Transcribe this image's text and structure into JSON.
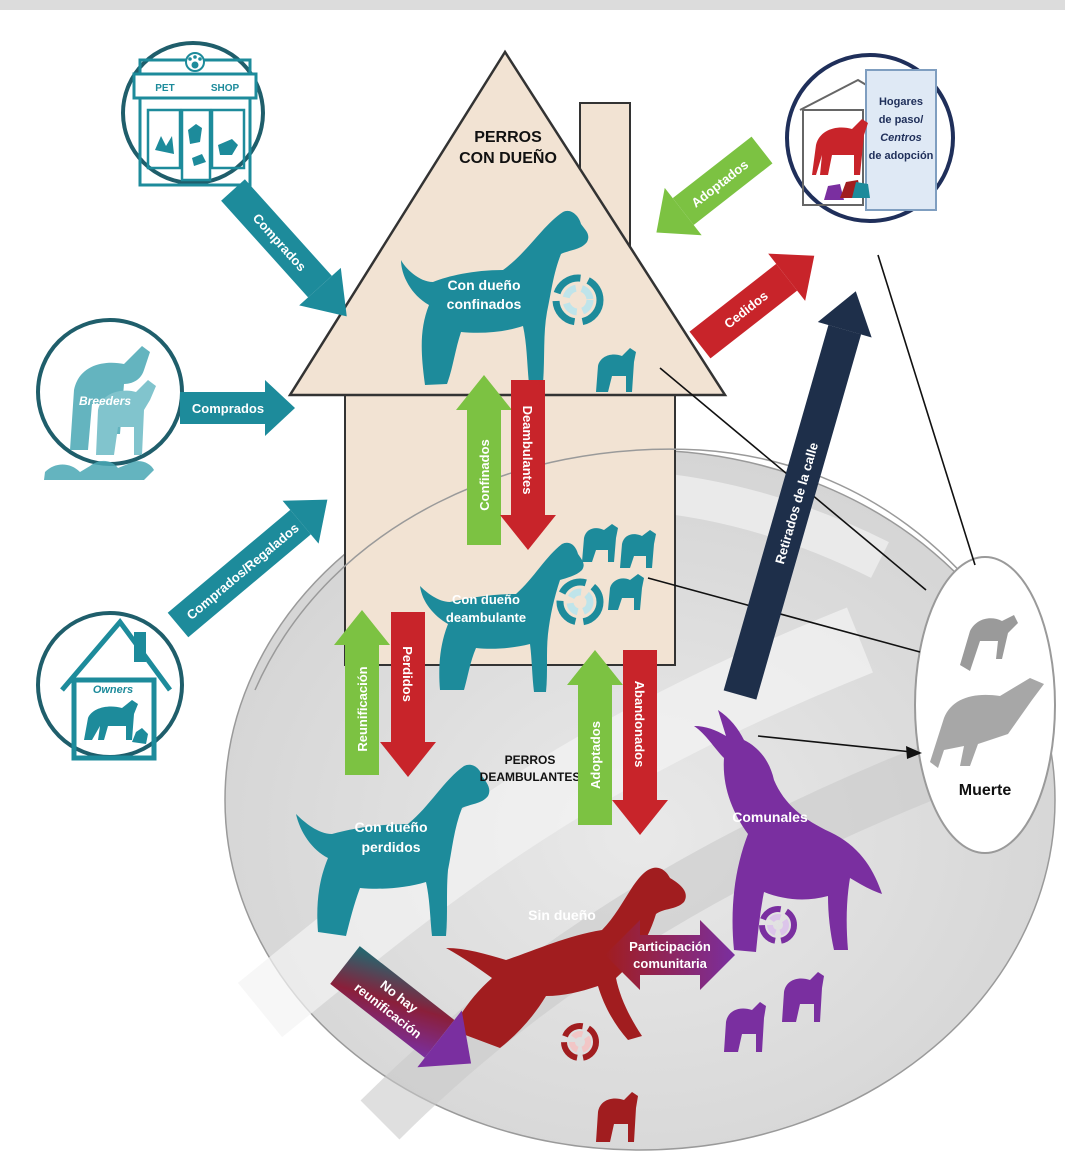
{
  "house": {
    "title_line1": "PERROS",
    "title_line2": "CON DUEÑO"
  },
  "street": {
    "title_line1": "PERROS",
    "title_line2": "DEAMBULANTES"
  },
  "sources": {
    "petshop_sign_left": "PET",
    "petshop_sign_right": "SHOP",
    "breeders_label": "Breeders",
    "owners_label": "Owners"
  },
  "adoption_center": {
    "line1": "Hogares",
    "line2": "de paso/",
    "line3": "Centros",
    "line4": "de adopción"
  },
  "death": {
    "label": "Muerte"
  },
  "dogs": {
    "confined_line1": "Con dueño",
    "confined_line2": "confinados",
    "roaming_line1": "Con dueño",
    "roaming_line2": "deambulante",
    "lost_line1": "Con dueño",
    "lost_line2": "perdidos",
    "ownerless": "Sin dueño",
    "community": "Comunales"
  },
  "flows": {
    "comprados_petshop": "Comprados",
    "comprados_breeders": "Comprados",
    "comprados_regalados": "Comprados/Regalados",
    "adoptados_center": "Adoptados",
    "cedidos": "Cedidos",
    "retirados": "Retirados de la calle",
    "confinados": "Confinados",
    "deambulantes": "Deambulantes",
    "reunificacion": "Reunificación",
    "perdidos": "Perdidos",
    "adoptados_street": "Adoptados",
    "abandonados": "Abandonados",
    "participacion_line1": "Participación",
    "participacion_line2": "comunitaria",
    "no_hay_line1": "No hay",
    "no_hay_line2": "reunificación"
  },
  "colors": {
    "teal": "#1d8b9b",
    "green": "#7cc242",
    "red": "#c8242a",
    "darkred": "#a11d1f",
    "purple": "#7a2fa0",
    "navy": "#1e2f4a",
    "roof": "#f2e3d3",
    "gray": "#bdbdbd"
  }
}
